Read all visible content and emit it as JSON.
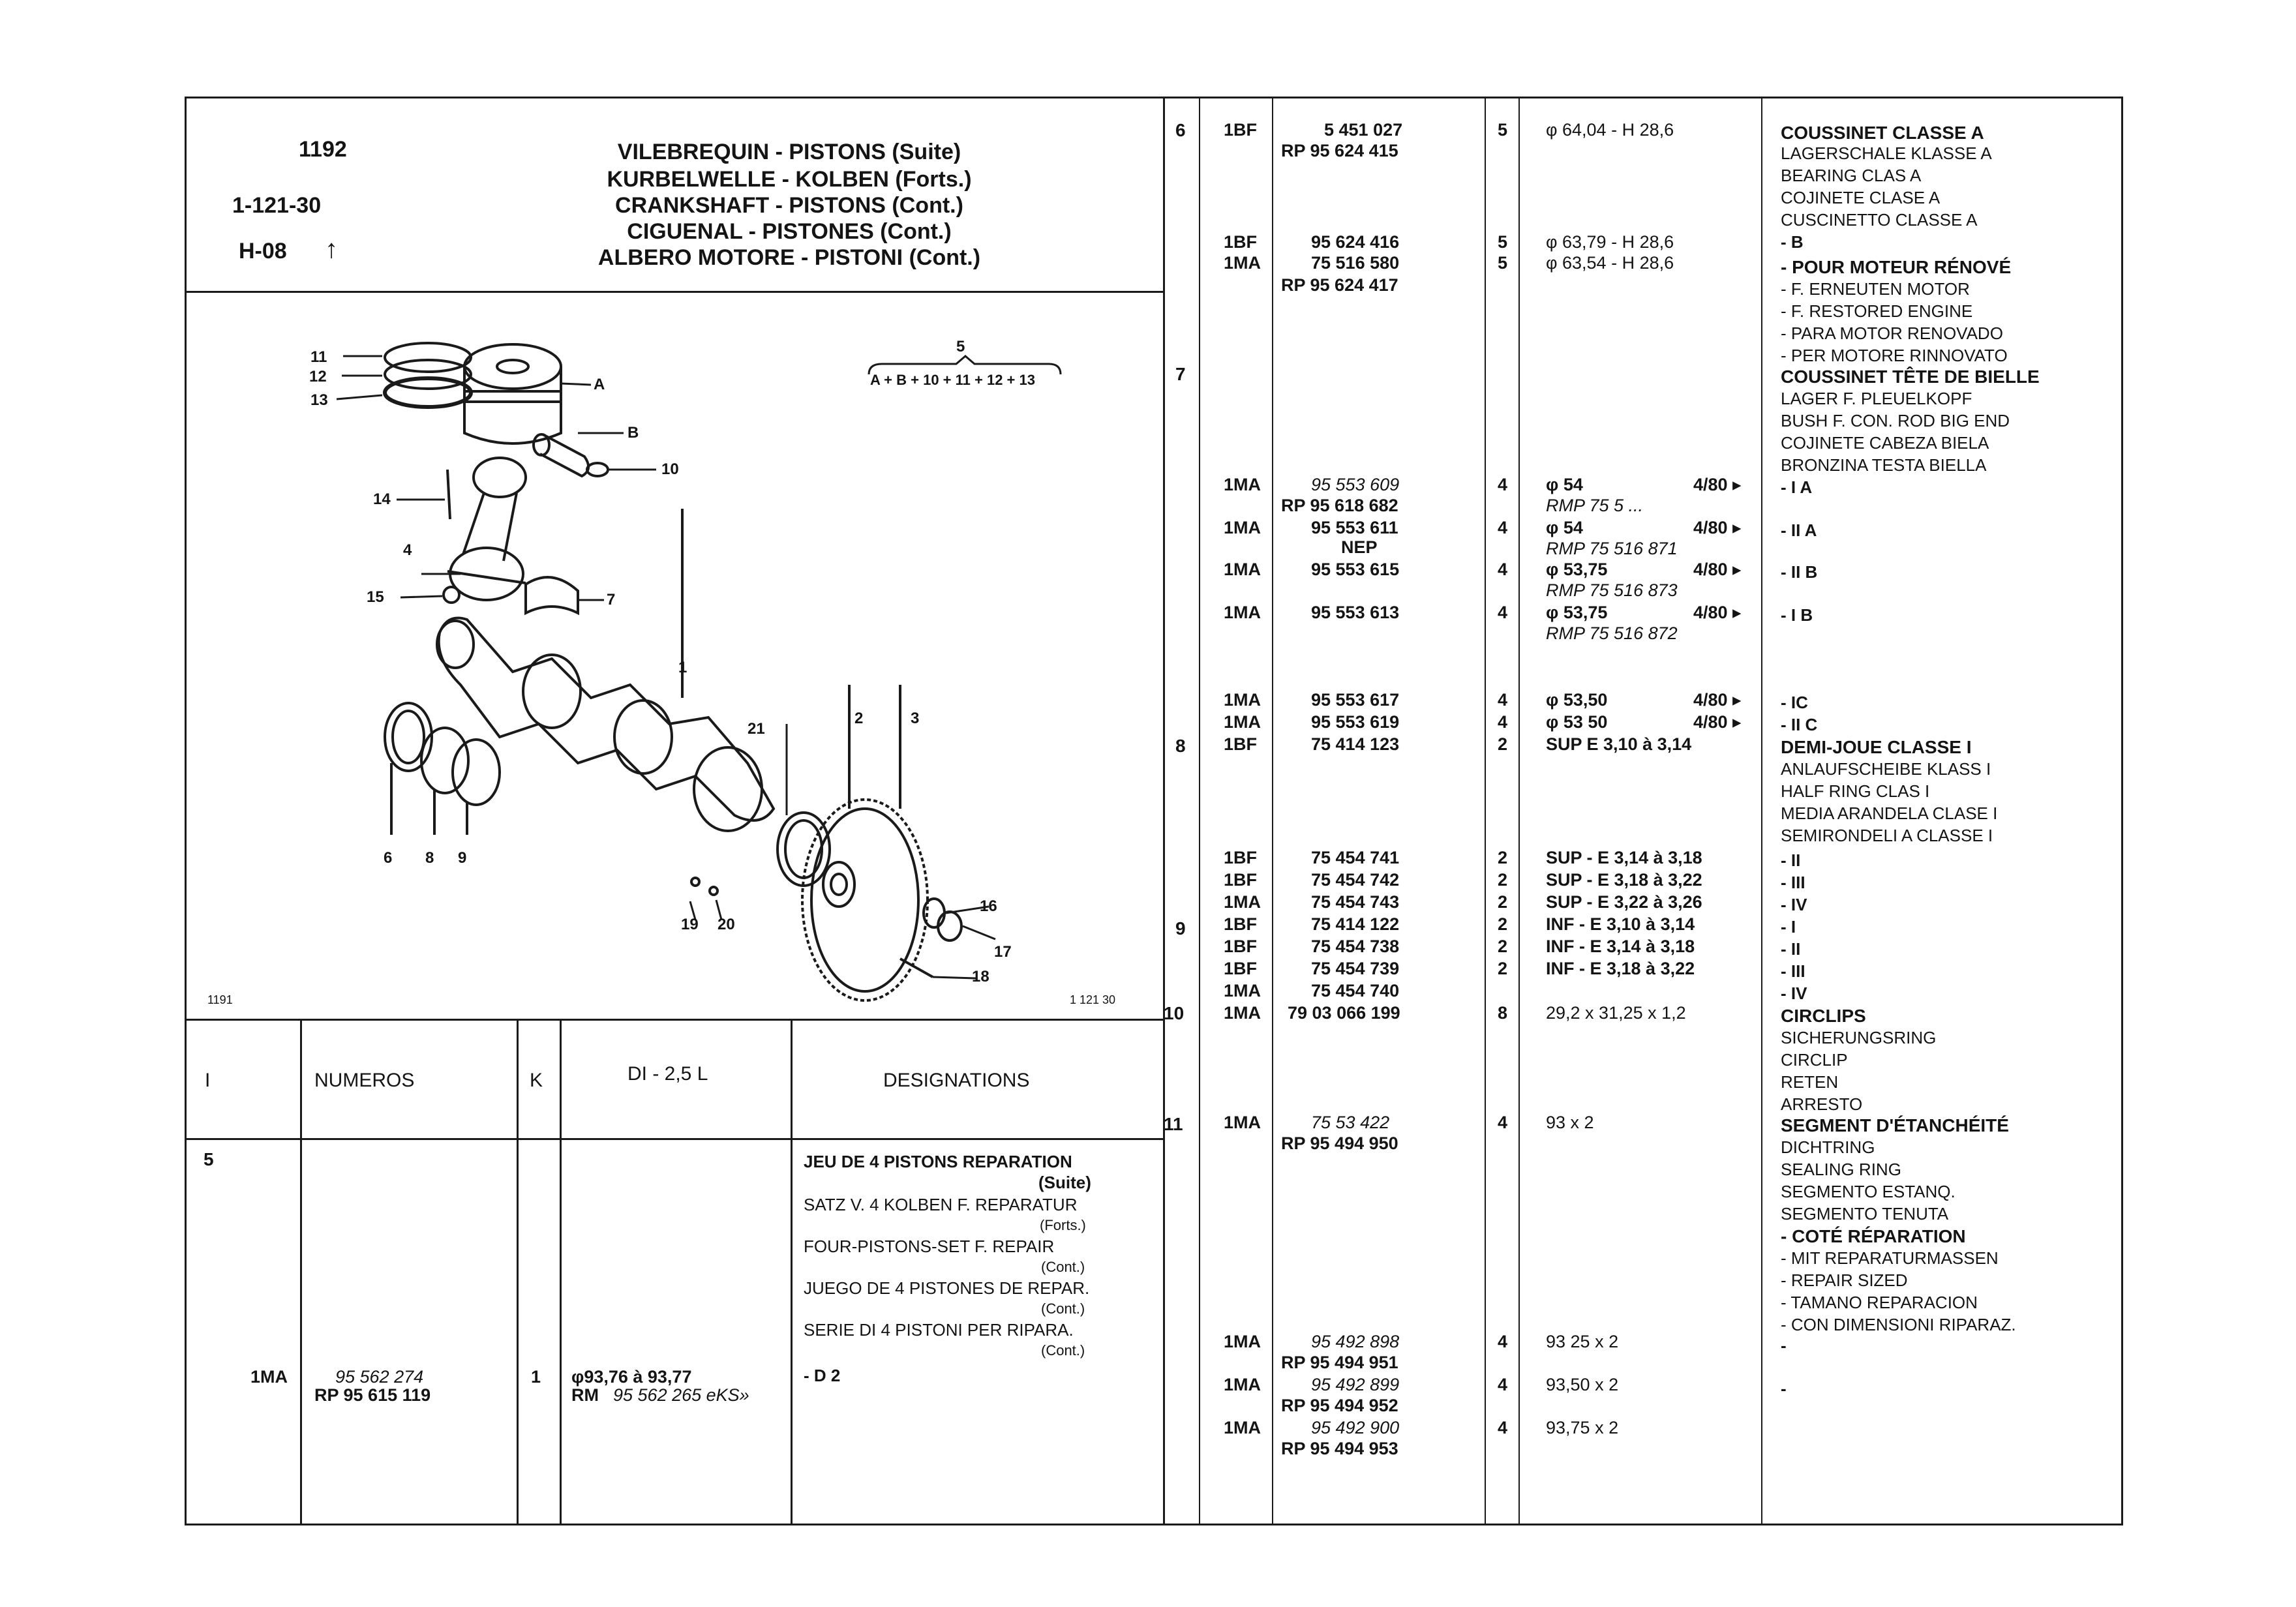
{
  "header": {
    "code_top": "1192",
    "code_mid": "1-121-30",
    "code_bot": "H-08",
    "arrow": "↑",
    "titles": [
      "VILEBREQUIN - PISTONS (Suite)",
      "KURBELWELLE - KOLBEN (Forts.)",
      "CRANKSHAFT - PISTONS (Cont.)",
      "CIGUENAL - PISTONES (Cont.)",
      "ALBERO MOTORE - PISTONI (Cont.)"
    ]
  },
  "diagram": {
    "ref_left": "1191",
    "ref_right": "1 121 30",
    "formula_num": "5",
    "formula": "A + B + 10 + 11 + 12 + 13",
    "labels": [
      "11",
      "12",
      "13",
      "A",
      "B",
      "10",
      "14",
      "4",
      "15",
      "7",
      "1",
      "21",
      "2",
      "3",
      "6",
      "8",
      "9",
      "19",
      "20",
      "16",
      "17",
      "18"
    ]
  },
  "left_table": {
    "headers": {
      "i": "I",
      "numeros": "NUMEROS",
      "k": "K",
      "di": "DI - 2,5 L",
      "designations": "DESIGNATIONS"
    },
    "row_index": "5",
    "code": "1MA",
    "number": "95 562 274",
    "rp": "RP 95 615 119",
    "k": "1",
    "di": "φ93,76 à 93,77",
    "rm": "RM",
    "rm_num": "95 562 265 eKS»",
    "designations": [
      "JEU DE 4 PISTONS REPARATION",
      "(Suite)",
      "SATZ V. 4 KOLBEN F. REPARATUR",
      "(Forts.)",
      "FOUR-PISTONS-SET F. REPAIR",
      "(Cont.)",
      "JUEGO DE 4 PISTONES DE REPAR.",
      "(Cont.)",
      "SERIE DI 4 PISTONI PER RIPARA.",
      "(Cont.)"
    ],
    "dim": "- D 2"
  },
  "right_table": {
    "rows": [
      {
        "idx": "6",
        "code": "1BF",
        "num": "5 451 027",
        "num2": "RP 95 624 415",
        "k": "5",
        "spec": "φ 64,04 - H 28,6",
        "spec2": ""
      },
      {
        "idx": "",
        "code": "1BF",
        "num": "95 624 416",
        "num2": "",
        "k": "5",
        "spec": "φ 63,79 - H 28,6",
        "spec2": ""
      },
      {
        "idx": "",
        "code": "1MA",
        "num": "75 516 580",
        "num2": "RP 95 624 417",
        "k": "5",
        "spec": "φ 63,54 - H 28,6",
        "spec2": ""
      },
      {
        "idx": "7",
        "code": "",
        "num": "",
        "num2": "",
        "k": "",
        "spec": "",
        "spec2": ""
      },
      {
        "idx": "",
        "code": "1MA",
        "num": "95 553 609",
        "num2": "RP 95 618 682",
        "k": "4",
        "spec": "φ 54",
        "tail": "4/80 ▸",
        "spec2": "RMP 75 5 ..."
      },
      {
        "idx": "",
        "code": "1MA",
        "num": "95 553 611",
        "num2": "NEP",
        "k": "4",
        "spec": "φ 54",
        "tail": "4/80 ▸",
        "spec2": "RMP 75 516 871"
      },
      {
        "idx": "",
        "code": "1MA",
        "num": "95 553 615",
        "num2": "",
        "k": "4",
        "spec": "φ 53,75",
        "tail": "4/80 ▸",
        "spec2": "RMP 75 516 873"
      },
      {
        "idx": "",
        "code": "1MA",
        "num": "95 553 613",
        "num2": "",
        "k": "4",
        "spec": "φ 53,75",
        "tail": "4/80 ▸",
        "spec2": "RMP 75 516 872"
      },
      {
        "idx": "",
        "code": "1MA",
        "num": "95 553 617",
        "num2": "",
        "k": "4",
        "spec": "φ 53,50",
        "tail": "4/80 ▸",
        "spec2": ""
      },
      {
        "idx": "",
        "code": "1MA",
        "num": "95 553 619",
        "num2": "",
        "k": "4",
        "spec": "φ 53 50",
        "tail": "4/80 ▸",
        "spec2": ""
      },
      {
        "idx": "8",
        "code": "1BF",
        "num": "75 414 123",
        "num2": "",
        "k": "2",
        "spec": "SUP E 3,10 à 3,14",
        "spec2": ""
      },
      {
        "idx": "",
        "code": "1BF",
        "num": "75 454 741",
        "num2": "",
        "k": "2",
        "spec": "SUP - E 3,14 à 3,18",
        "spec2": ""
      },
      {
        "idx": "",
        "code": "1BF",
        "num": "75 454 742",
        "num2": "",
        "k": "2",
        "spec": "SUP - E 3,18 à 3,22",
        "spec2": ""
      },
      {
        "idx": "",
        "code": "1MA",
        "num": "75 454 743",
        "num2": "",
        "k": "2",
        "spec": "SUP - E 3,22 à 3,26",
        "spec2": ""
      },
      {
        "idx": "9",
        "code": "1BF",
        "num": "75 414 122",
        "num2": "",
        "k": "2",
        "spec": "INF - E 3,10 à 3,14",
        "spec2": ""
      },
      {
        "idx": "",
        "code": "1BF",
        "num": "75 454 738",
        "num2": "",
        "k": "2",
        "spec": "INF - E 3,14 à 3,18",
        "spec2": ""
      },
      {
        "idx": "",
        "code": "1BF",
        "num": "75 454 739",
        "num2": "",
        "k": "2",
        "spec": "INF - E 3,18 à 3,22",
        "spec2": ""
      },
      {
        "idx": "",
        "code": "1MA",
        "num": "75 454 740",
        "num2": "",
        "k": "",
        "spec": "",
        "spec2": ""
      },
      {
        "idx": "10",
        "code": "1MA",
        "num": "79 03 066 199",
        "num2": "",
        "k": "8",
        "spec": "29,2 x 31,25 x 1,2",
        "spec2": ""
      },
      {
        "idx": "11",
        "code": "1MA",
        "num": "75 53 422",
        "num2": "RP 95 494 950",
        "k": "4",
        "spec": "93 x 2",
        "spec2": ""
      },
      {
        "idx": "",
        "code": "1MA",
        "num": "95 492 898",
        "num2": "RP 95 494 951",
        "k": "4",
        "spec": "93 25 x 2",
        "spec2": ""
      },
      {
        "idx": "",
        "code": "1MA",
        "num": "95 492 899",
        "num2": "RP 95 494 952",
        "k": "4",
        "spec": "93,50 x 2",
        "spec2": ""
      },
      {
        "idx": "",
        "code": "1MA",
        "num": "95 492 900",
        "num2": "RP 95 494 953",
        "k": "4",
        "spec": "93,75 x 2",
        "spec2": ""
      }
    ],
    "designations": {
      "bearing": [
        "COUSSINET CLASSE A",
        "LAGERSCHALE KLASSE A",
        "BEARING CLAS A",
        "COJINETE CLASE A",
        "CUSCINETTO CLASSE A"
      ],
      "b": "- B",
      "reno": [
        "- POUR MOTEUR RÉNOVÉ",
        "- F. ERNEUTEN MOTOR",
        "- F. RESTORED ENGINE",
        "- PARA MOTOR RENOVADO",
        "- PER MOTORE RINNOVATO"
      ],
      "bush": [
        "COUSSINET TÊTE DE BIELLE",
        "LAGER F. PLEUELKOPF",
        "BUSH F. CON. ROD BIG END",
        "COJINETE CABEZA BIELA",
        "BRONZINA TESTA BIELLA"
      ],
      "classes1": [
        "- I A",
        "- II A",
        "- II B",
        "- I B"
      ],
      "classes2": [
        "- IC",
        "- II C"
      ],
      "half": [
        "DEMI-JOUE CLASSE I",
        "ANLAUFSCHEIBE KLASS I",
        "HALF RING CLAS I",
        "MEDIA ARANDELA CLASE I",
        "SEMIRONDELI A CLASSE I"
      ],
      "classes3": [
        "- II",
        "- III",
        "- IV",
        "- I",
        "- II",
        "- III",
        "- IV"
      ],
      "circlips": [
        "CIRCLIPS",
        "SICHERUNGSRING",
        "CIRCLIP",
        "RETEN",
        "ARRESTO"
      ],
      "seal": [
        "SEGMENT D'ÉTANCHÉITÉ",
        "DICHTRING",
        "SEALING RING",
        "SEGMENTO ESTANQ.",
        "SEGMENTO TENUTA"
      ],
      "repair": [
        "- COTÉ RÉPARATION",
        "- MIT REPARATURMASSEN",
        "- REPAIR SIZED",
        "- TAMANO REPARACION",
        "- CON DIMENSIONI RIPARAZ."
      ],
      "dash1": "-",
      "dash2": "-"
    }
  }
}
